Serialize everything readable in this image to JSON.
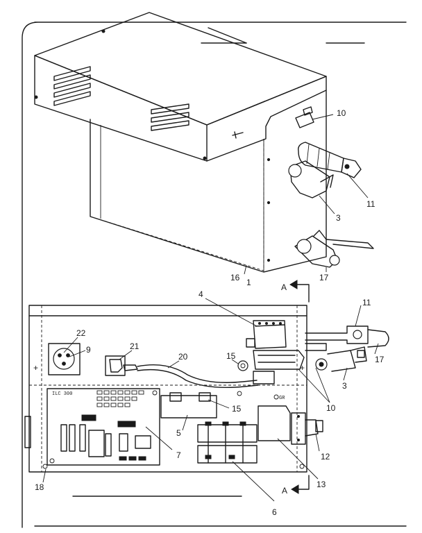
{
  "callouts": {
    "c10_top": "10",
    "c11_top": "11",
    "c3_top": "3",
    "c17_top": "17",
    "c16_top": "16",
    "c1_top": "1",
    "cA_top": "A",
    "c4": "4",
    "c11_bot": "11",
    "c22": "22",
    "c9": "9",
    "c21": "21",
    "c20": "20",
    "c15_a": "15",
    "c3_bot": "3",
    "c17_bot": "17",
    "c10_bot": "10",
    "c15_b": "15",
    "c5": "5",
    "c7": "7",
    "c12": "12",
    "c13": "13",
    "c18": "18",
    "c6": "6",
    "cA_bot": "A"
  },
  "board_label": "ILC 300",
  "ground_label": "GR"
}
